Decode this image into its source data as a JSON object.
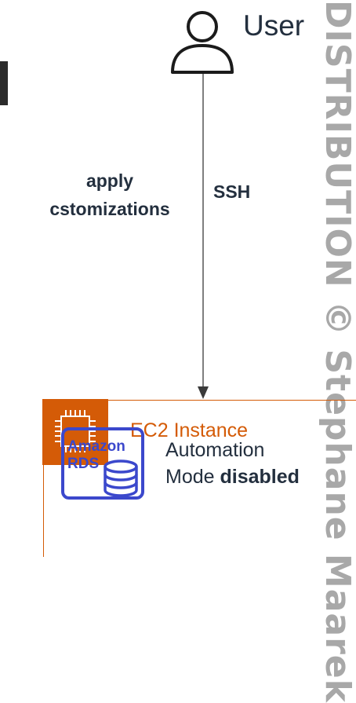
{
  "watermark": "DISTRIBUTION © Stephane Maarek",
  "user": {
    "label": "User",
    "icon": "user-icon"
  },
  "connection": {
    "label_left": "apply cstomizations",
    "label_right": "SSH"
  },
  "ec2": {
    "title": "EC2 Instance",
    "icon": "ec2-chip-icon"
  },
  "rds": {
    "icon": "amazon-rds-icon",
    "icon_text_1": "Amazon",
    "icon_text_2": "RDS",
    "line1": "Automation",
    "line2_prefix": "Mode ",
    "line2_bold": "disabled"
  },
  "colors": {
    "orange": "#d45b07",
    "dark": "#232f3e",
    "rds_blue": "#3b48cc"
  }
}
